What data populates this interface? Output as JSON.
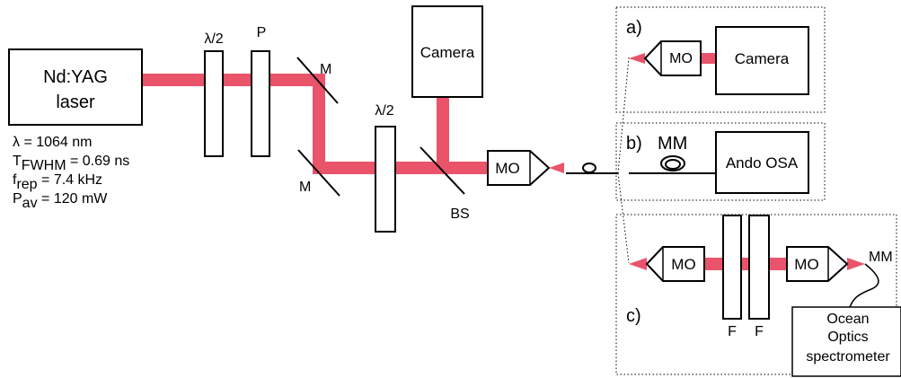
{
  "colors": {
    "beam": "#e9546b",
    "line": "#000000",
    "background": "#ffffff"
  },
  "laser": {
    "name_line1": "Nd:YAG",
    "name_line2": "laser",
    "params": {
      "lambda": "λ = 1064 nm",
      "tfwhm_symbol": "T",
      "tfwhm_sub": "FWHM",
      "tfwhm_value": " = 0.69 ns",
      "frep_symbol": "f",
      "frep_sub": "rep",
      "frep_value": " = 7.4 kHz",
      "pav_symbol": "P",
      "pav_sub": "av",
      "pav_value": " = 120 mW"
    }
  },
  "components": {
    "half_wave_1": "λ/2",
    "polarizer": "P",
    "mirror_1": "M",
    "mirror_2": "M",
    "half_wave_2": "λ/2",
    "beam_splitter": "BS",
    "camera_main": "Camera",
    "objective_main": "MO"
  },
  "panel_a": {
    "tag": "a)",
    "objective": "MO",
    "camera": "Camera"
  },
  "panel_b": {
    "tag": "b)",
    "fiber": "MM",
    "osa": "Ando OSA"
  },
  "panel_c": {
    "tag": "c)",
    "objective_1": "MO",
    "objective_2": "MO",
    "fiber": "MM",
    "filter_1": "F",
    "filter_2": "F",
    "spectrometer_line1": "Ocean",
    "spectrometer_line2": "Optics",
    "spectrometer_line3": "spectrometer"
  }
}
